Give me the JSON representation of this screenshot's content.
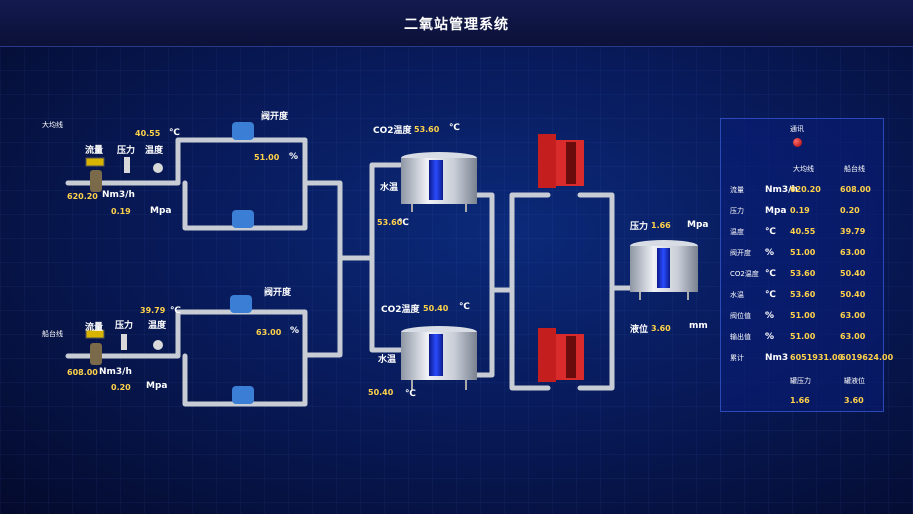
{
  "title": "二氧站管理系统",
  "line1": {
    "name": "大均线",
    "flow_label": "流量",
    "pressure_label": "压力",
    "temp_label": "温度",
    "flow_value": "620.20",
    "flow_unit": "Nm3/h",
    "pressure_value": "0.19",
    "pressure_unit": "Mpa",
    "temp_value": "40.55",
    "temp_unit": "℃",
    "valve_label": "阀开度",
    "valve_value": "51.00",
    "valve_unit": "%"
  },
  "line2": {
    "name": "船台线",
    "flow_label": "流量",
    "pressure_label": "压力",
    "temp_label": "温度",
    "flow_value": "608.00",
    "flow_unit": "Nm3/h",
    "pressure_value": "0.20",
    "pressure_unit": "Mpa",
    "temp_value": "39.79",
    "temp_unit": "℃",
    "valve_label": "阀开度",
    "valve_value": "63.00",
    "valve_unit": "%"
  },
  "tank1": {
    "co2_label": "CO2温度",
    "co2_value": "53.60",
    "co2_unit": "℃",
    "water_label": "水温",
    "water_value": "53.60",
    "water_unit": "℃"
  },
  "tank2": {
    "co2_label": "CO2温度",
    "co2_value": "50.40",
    "co2_unit": "℃",
    "water_label": "水温",
    "water_value": "50.40",
    "water_unit": "℃"
  },
  "storage": {
    "pressure_label": "压力",
    "pressure_value": "1.66",
    "pressure_unit": "Mpa",
    "level_label": "液位",
    "level_value": "3.60",
    "level_unit": "mm"
  },
  "panel": {
    "comm_label": "通讯",
    "col1": "大均线",
    "col2": "船台线",
    "rows": [
      {
        "label": "流量",
        "unit": "Nm3/h",
        "v1": "620.20",
        "v2": "608.00"
      },
      {
        "label": "压力",
        "unit": "Mpa",
        "v1": "0.19",
        "v2": "0.20"
      },
      {
        "label": "温度",
        "unit": "℃",
        "v1": "40.55",
        "v2": "39.79"
      },
      {
        "label": "阀开度",
        "unit": "%",
        "v1": "51.00",
        "v2": "63.00"
      },
      {
        "label": "CO2温度",
        "unit": "℃",
        "v1": "53.60",
        "v2": "50.40"
      },
      {
        "label": "水温",
        "unit": "℃",
        "v1": "53.60",
        "v2": "50.40"
      },
      {
        "label": "阀位值",
        "unit": "%",
        "v1": "51.00",
        "v2": "63.00"
      },
      {
        "label": "输出值",
        "unit": "%",
        "v1": "51.00",
        "v2": "63.00"
      },
      {
        "label": "累计",
        "unit": "Nm3",
        "v1": "6051931.00",
        "v2": "6019624.00"
      }
    ],
    "tank_pressure_label": "罐压力",
    "tank_level_label": "罐液位",
    "tank_pressure_value": "1.66",
    "tank_level_value": "3.60"
  }
}
